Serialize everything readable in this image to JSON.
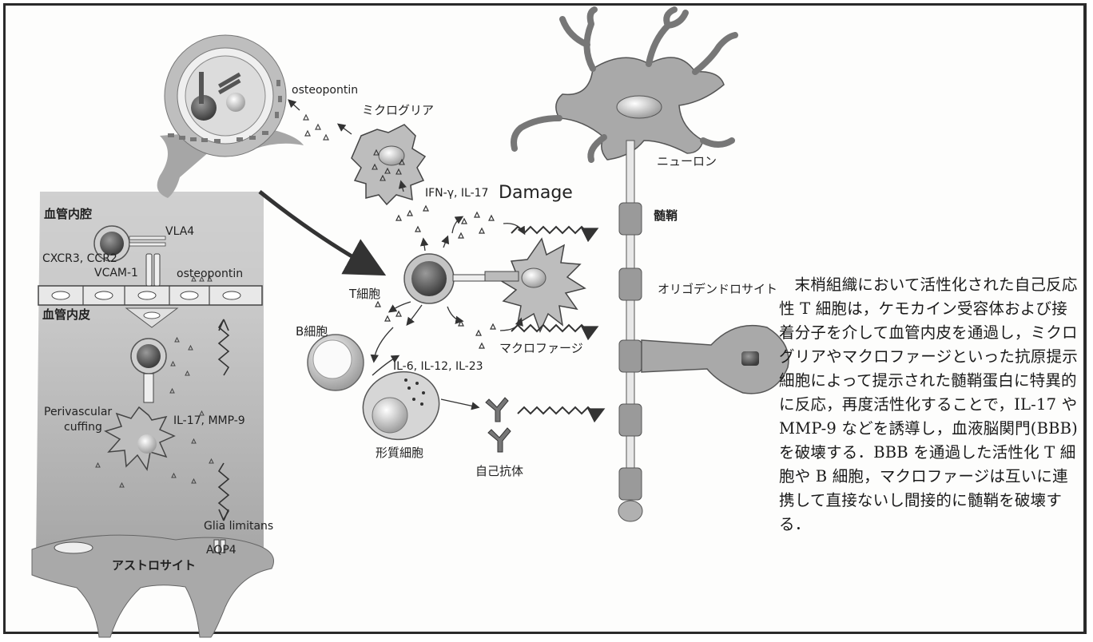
{
  "labels": {
    "osteopontin_top": "osteopontin",
    "microglia": "ミクログリア",
    "neuron": "ニューロン",
    "ifn": "IFN-γ, IL-17",
    "damage": "Damage",
    "myelin": "髄鞘",
    "vessel_lumen": "血管内腔",
    "vla4": "VLA4",
    "cxcr3": "CXCR3, CCR2",
    "vcam1": "VCAM-1",
    "osteopontin_side": "osteopontin",
    "endothelium": "血管内皮",
    "t_cell": "T細胞",
    "oligodendrocyte": "オリゴデンドロサイト",
    "b_cell": "B細胞",
    "macrophage": "マクロファージ",
    "il6": "IL-6, IL-12, IL-23",
    "perivascular": "Perivascular",
    "cuffing": "cuffing",
    "il17mmp9": "IL-17, MMP-9",
    "plasma_cell": "形質細胞",
    "autoantibody": "自己抗体",
    "glia_limitans": "Glia limitans",
    "aqp4": "AQP4",
    "astrocyte": "アストロサイト"
  },
  "caption": "末梢組織において活性化された自己反応性 T 細胞は，ケモカイン受容体および接着分子を介して血管内皮を通過し，ミクログリアやマクロファージといった抗原提示細胞によって提示された髄鞘蛋白に特異的に反応，再度活性化することで，IL-17 や MMP-9 などを誘導し，血液脳関門(BBB)を破壊する．BBB を通過した活性化 T 細胞や B 細胞，マクロファージは互いに連携して直接ないし間接的に髄鞘を破壊する．"
}
